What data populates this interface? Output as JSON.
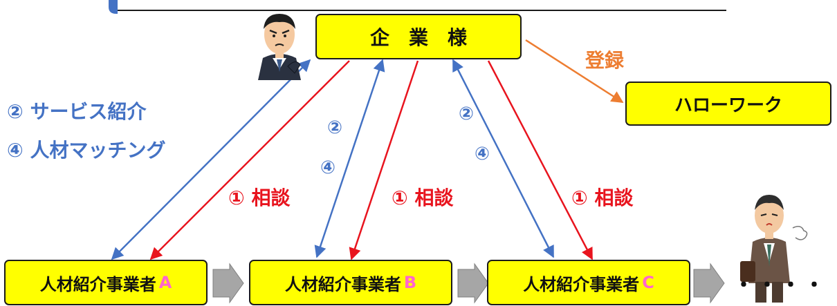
{
  "colors": {
    "box_fill": "#ffff00",
    "blue_arrow": "#4472c4",
    "red_arrow": "#e8141e",
    "orange_arrow": "#ed7d31",
    "letter_pink": "#ff66cc",
    "chevron_gray": "#a6a6a6"
  },
  "company": {
    "label": "企　業　様"
  },
  "hello_work": {
    "label": "ハローワーク"
  },
  "register_label": "登録",
  "legend": {
    "line1": "② サービス紹介",
    "line2": "④ 人材マッチング"
  },
  "step_labels": {
    "two": "②",
    "four": "④",
    "consult": "① 相談"
  },
  "agencies": [
    {
      "prefix": "人材紹介事業者",
      "letter": "A"
    },
    {
      "prefix": "人材紹介事業者",
      "letter": "B"
    },
    {
      "prefix": "人材紹介事業者",
      "letter": "C"
    }
  ],
  "ellipsis": "・・・・",
  "icons": [
    "businessman-angry-icon",
    "businessman-tired-icon"
  ]
}
